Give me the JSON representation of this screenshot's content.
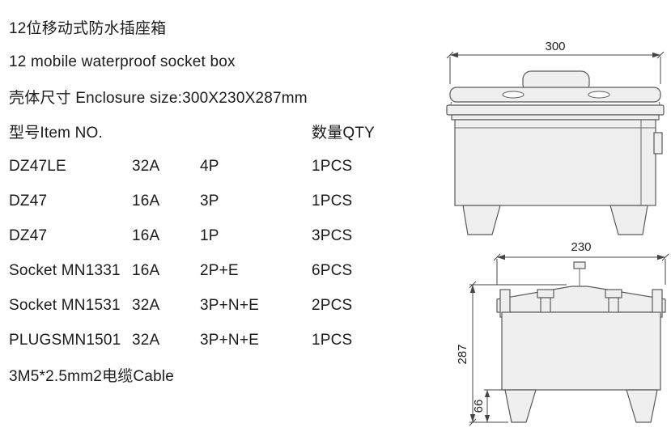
{
  "product": {
    "title_cn": "12位移动式防水插座箱",
    "title_en": "12 mobile waterproof socket box",
    "enclosure_size": "壳体尺寸 Enclosure size:300X230X287mm"
  },
  "table": {
    "header_item": "型号Item NO.",
    "header_qty": "数量QTY",
    "rows": [
      {
        "model": "DZ47LE",
        "current": "32A",
        "poles": "4P",
        "qty": "1PCS"
      },
      {
        "model": "DZ47",
        "current": "16A",
        "poles": "3P",
        "qty": "1PCS"
      },
      {
        "model": "DZ47",
        "current": "16A",
        "poles": "1P",
        "qty": "3PCS"
      },
      {
        "model": "Socket MN1331",
        "current": "16A",
        "poles": "2P+E",
        "qty": "6PCS"
      },
      {
        "model": "Socket MN1531",
        "current": "32A",
        "poles": "3P+N+E",
        "qty": "2PCS"
      },
      {
        "model": "PLUGSMN1501",
        "current": "32A",
        "poles": "3P+N+E",
        "qty": "1PCS"
      }
    ],
    "cable_note": "3M5*2.5mm2电缆Cable"
  },
  "drawings": {
    "front": {
      "width_dim": "300"
    },
    "side": {
      "width_dim": "230",
      "height_dim": "287",
      "leg_height_dim": "66"
    }
  },
  "colors": {
    "line": "#5a5a5a",
    "fill": "#efefef",
    "text": "#1b1b1b"
  }
}
